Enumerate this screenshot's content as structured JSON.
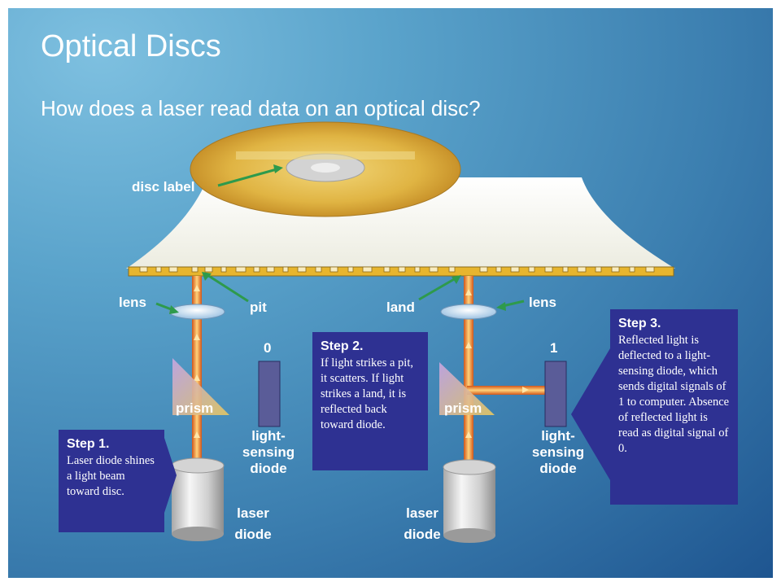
{
  "slide": {
    "title": "Optical Discs",
    "subtitle": "How does a laser read data on an optical disc?"
  },
  "labels": {
    "disc_label": "disc label",
    "lens_left": "lens",
    "lens_right": "lens",
    "pit": "pit",
    "land": "land",
    "digit_zero": "0",
    "digit_one": "1",
    "prism_left": "prism",
    "prism_right": "prism",
    "sensor_left": "light-\nsensing\ndiode",
    "sensor_right": "light-\nsensing\ndiode",
    "laser_left": "laser\ndiode",
    "laser_right": "laser\ndiode"
  },
  "steps": [
    {
      "heading": "Step 1.",
      "text": "Laser diode shines a light beam toward disc."
    },
    {
      "heading": "Step 2.",
      "text": "If light strikes a pit, it scatters. If light strikes a land, it is reflected back toward diode."
    },
    {
      "heading": "Step 3.",
      "text": "Reflected light is deflected to a light-sensing diode, which sends digital signals of 1 to computer. Absence of reflected light is read as digital signal of 0."
    }
  ],
  "colors": {
    "step_box": "#2e3192",
    "arrow": "#2e9a4c",
    "disc_gold": "#d9a93a",
    "beam": "#ef7b18"
  }
}
